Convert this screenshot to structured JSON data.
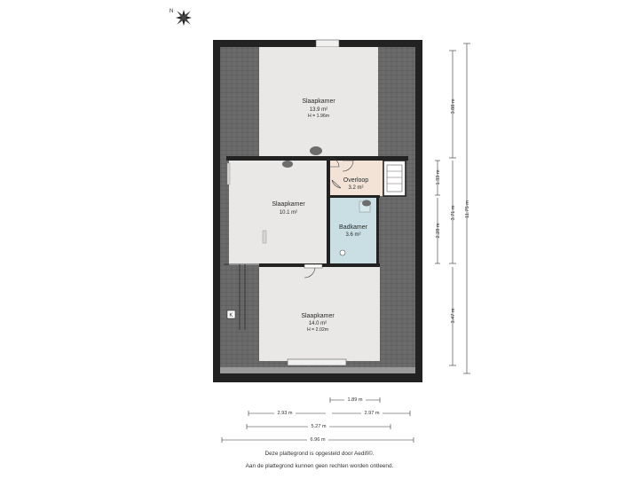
{
  "compass": {
    "icon": "compass-north-icon",
    "letter": "N"
  },
  "rooms": [
    {
      "id": "slaapkamer-top",
      "name": "Slaapkamer",
      "area": "13.9 m²",
      "height": "H = 1.96m"
    },
    {
      "id": "slaapkamer-mid",
      "name": "Slaapkamer",
      "area": "10.1 m²",
      "height": ""
    },
    {
      "id": "overloop",
      "name": "Overloop",
      "area": "3.2 m²",
      "height": ""
    },
    {
      "id": "badkamer",
      "name": "Badkamer",
      "area": "3.6 m²",
      "height": ""
    },
    {
      "id": "slaapkamer-bottom",
      "name": "Slaapkamer",
      "area": "14.0 m²",
      "height": "H = 2.02m"
    }
  ],
  "marker_k": "K",
  "dimensions": {
    "vertical": [
      "3.88 m",
      "1.33 m",
      "2.28 m",
      "3.71 m",
      "3.47 m",
      "11.75 m"
    ],
    "horizontal": [
      "1.89 m",
      "2.93 m",
      "2.97 m",
      "5.27 m",
      "6.96 m"
    ]
  },
  "footer": {
    "line1": "Deze plattegrond is opgesteld door Aedifi©.",
    "line2": "Aan de plattegrond kunnen geen rechten worden ontleend."
  },
  "colors": {
    "wall": "#222222",
    "roof": "#6e6e6e",
    "floor": "#e9e8e6",
    "hall": "#f2e3d6",
    "bath": "#c9dfe4"
  }
}
